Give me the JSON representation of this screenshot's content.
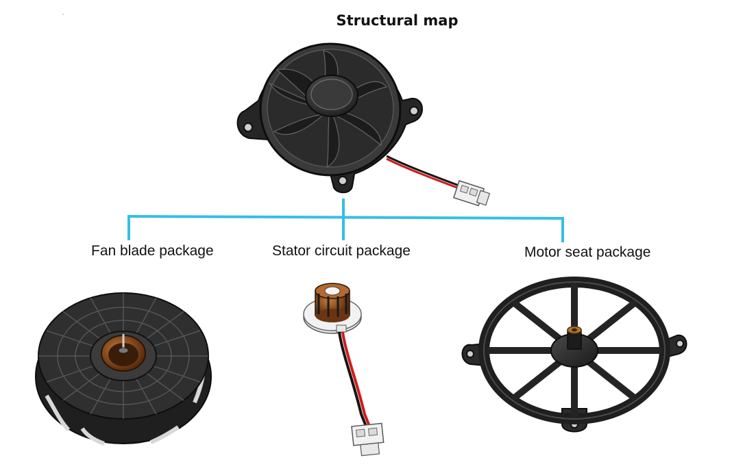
{
  "title": "Structural map",
  "colors": {
    "connector_line": "#35bfe4",
    "part_plastic": "#2e2e2e",
    "part_edge": "#0d0d0d",
    "copper": "#8a4a1e",
    "wire_red": "#d11a1a",
    "wire_black": "#151515",
    "connector_white": "#efefef"
  },
  "root": {
    "name": "fan-assembly",
    "icon": "axial-fan-icon"
  },
  "branches": [
    {
      "id": "fan",
      "label": "Fan blade package",
      "icon": "fan-blade-icon"
    },
    {
      "id": "stator",
      "label": "Stator circuit package",
      "icon": "stator-coil-icon"
    },
    {
      "id": "motor",
      "label": "Motor seat package",
      "icon": "motor-seat-icon"
    }
  ]
}
